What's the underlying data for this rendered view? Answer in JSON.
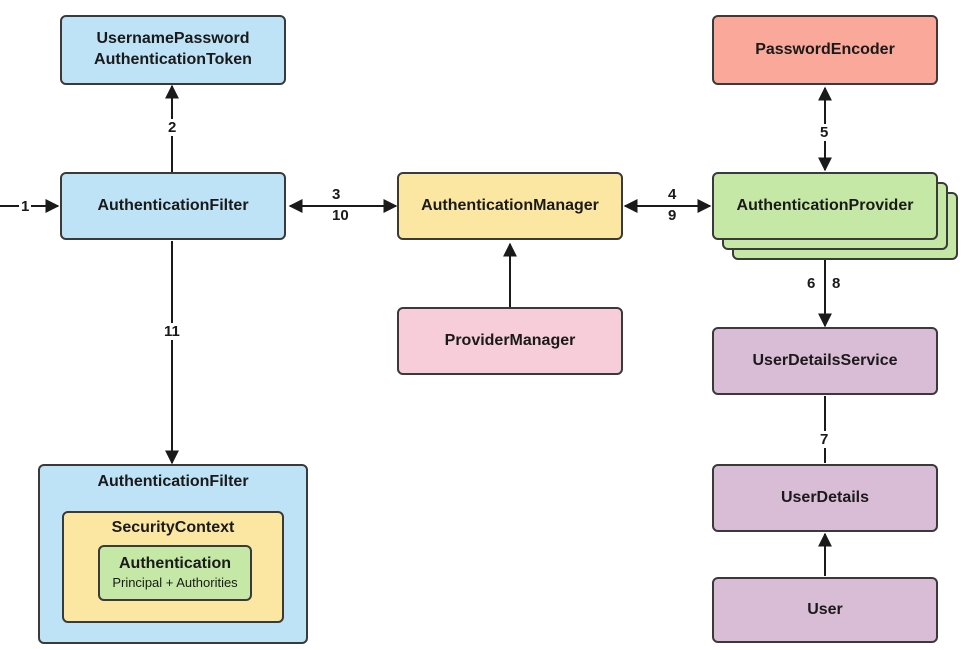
{
  "nodes": {
    "token": "UsernamePassword\nAuthenticationToken",
    "password_encoder": "PasswordEncoder",
    "auth_filter": "AuthenticationFilter",
    "auth_manager": "AuthenticationManager",
    "auth_provider": "AuthenticationProvider",
    "provider_manager": "ProviderManager",
    "user_details_service": "UserDetailsService",
    "user_details": "UserDetails",
    "user": "User",
    "context_holder": "AuthenticationFilter",
    "security_context": "SecurityContext",
    "authentication": "Authentication",
    "authentication_sub": "Principal + Authorities"
  },
  "edge_labels": {
    "e1": "1",
    "e2": "2",
    "e3": "3",
    "e10": "10",
    "e4": "4",
    "e9": "9",
    "e5": "5",
    "e6": "6",
    "e8": "8",
    "e7": "7",
    "e11": "11"
  },
  "colors": {
    "blue": "#bfe3f6",
    "yellow": "#fbe6a2",
    "red": "#f9a89a",
    "green": "#c5e8a6",
    "pink": "#f6cdd8",
    "purple": "#d9bcd6",
    "line": "#1a1a1a"
  }
}
